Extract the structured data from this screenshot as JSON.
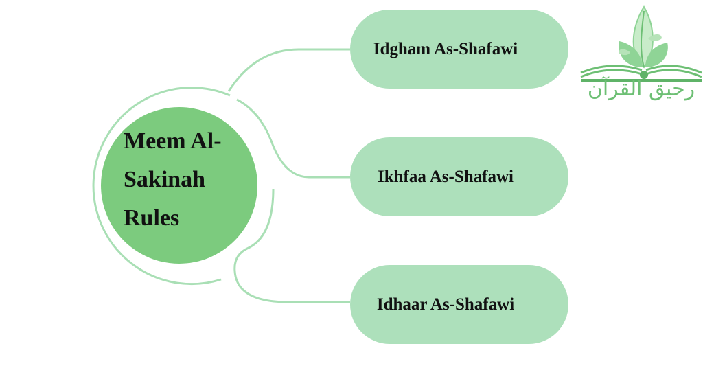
{
  "center": {
    "label": "Meem Al-Sakinah Rules"
  },
  "branches": [
    {
      "label": "Idgham As-Shafawi"
    },
    {
      "label": "Ikhfaa As-Shafawi"
    },
    {
      "label": "Idhaar As-Shafawi"
    }
  ],
  "logo": {
    "text": "رحيق القرآن"
  },
  "colors": {
    "center_fill": "#7ccb7e",
    "pill_fill": "#ade0bb",
    "connector": "#a9dfb5",
    "logo_green": "#6dbf74",
    "logo_leaf": "#8fd496"
  }
}
